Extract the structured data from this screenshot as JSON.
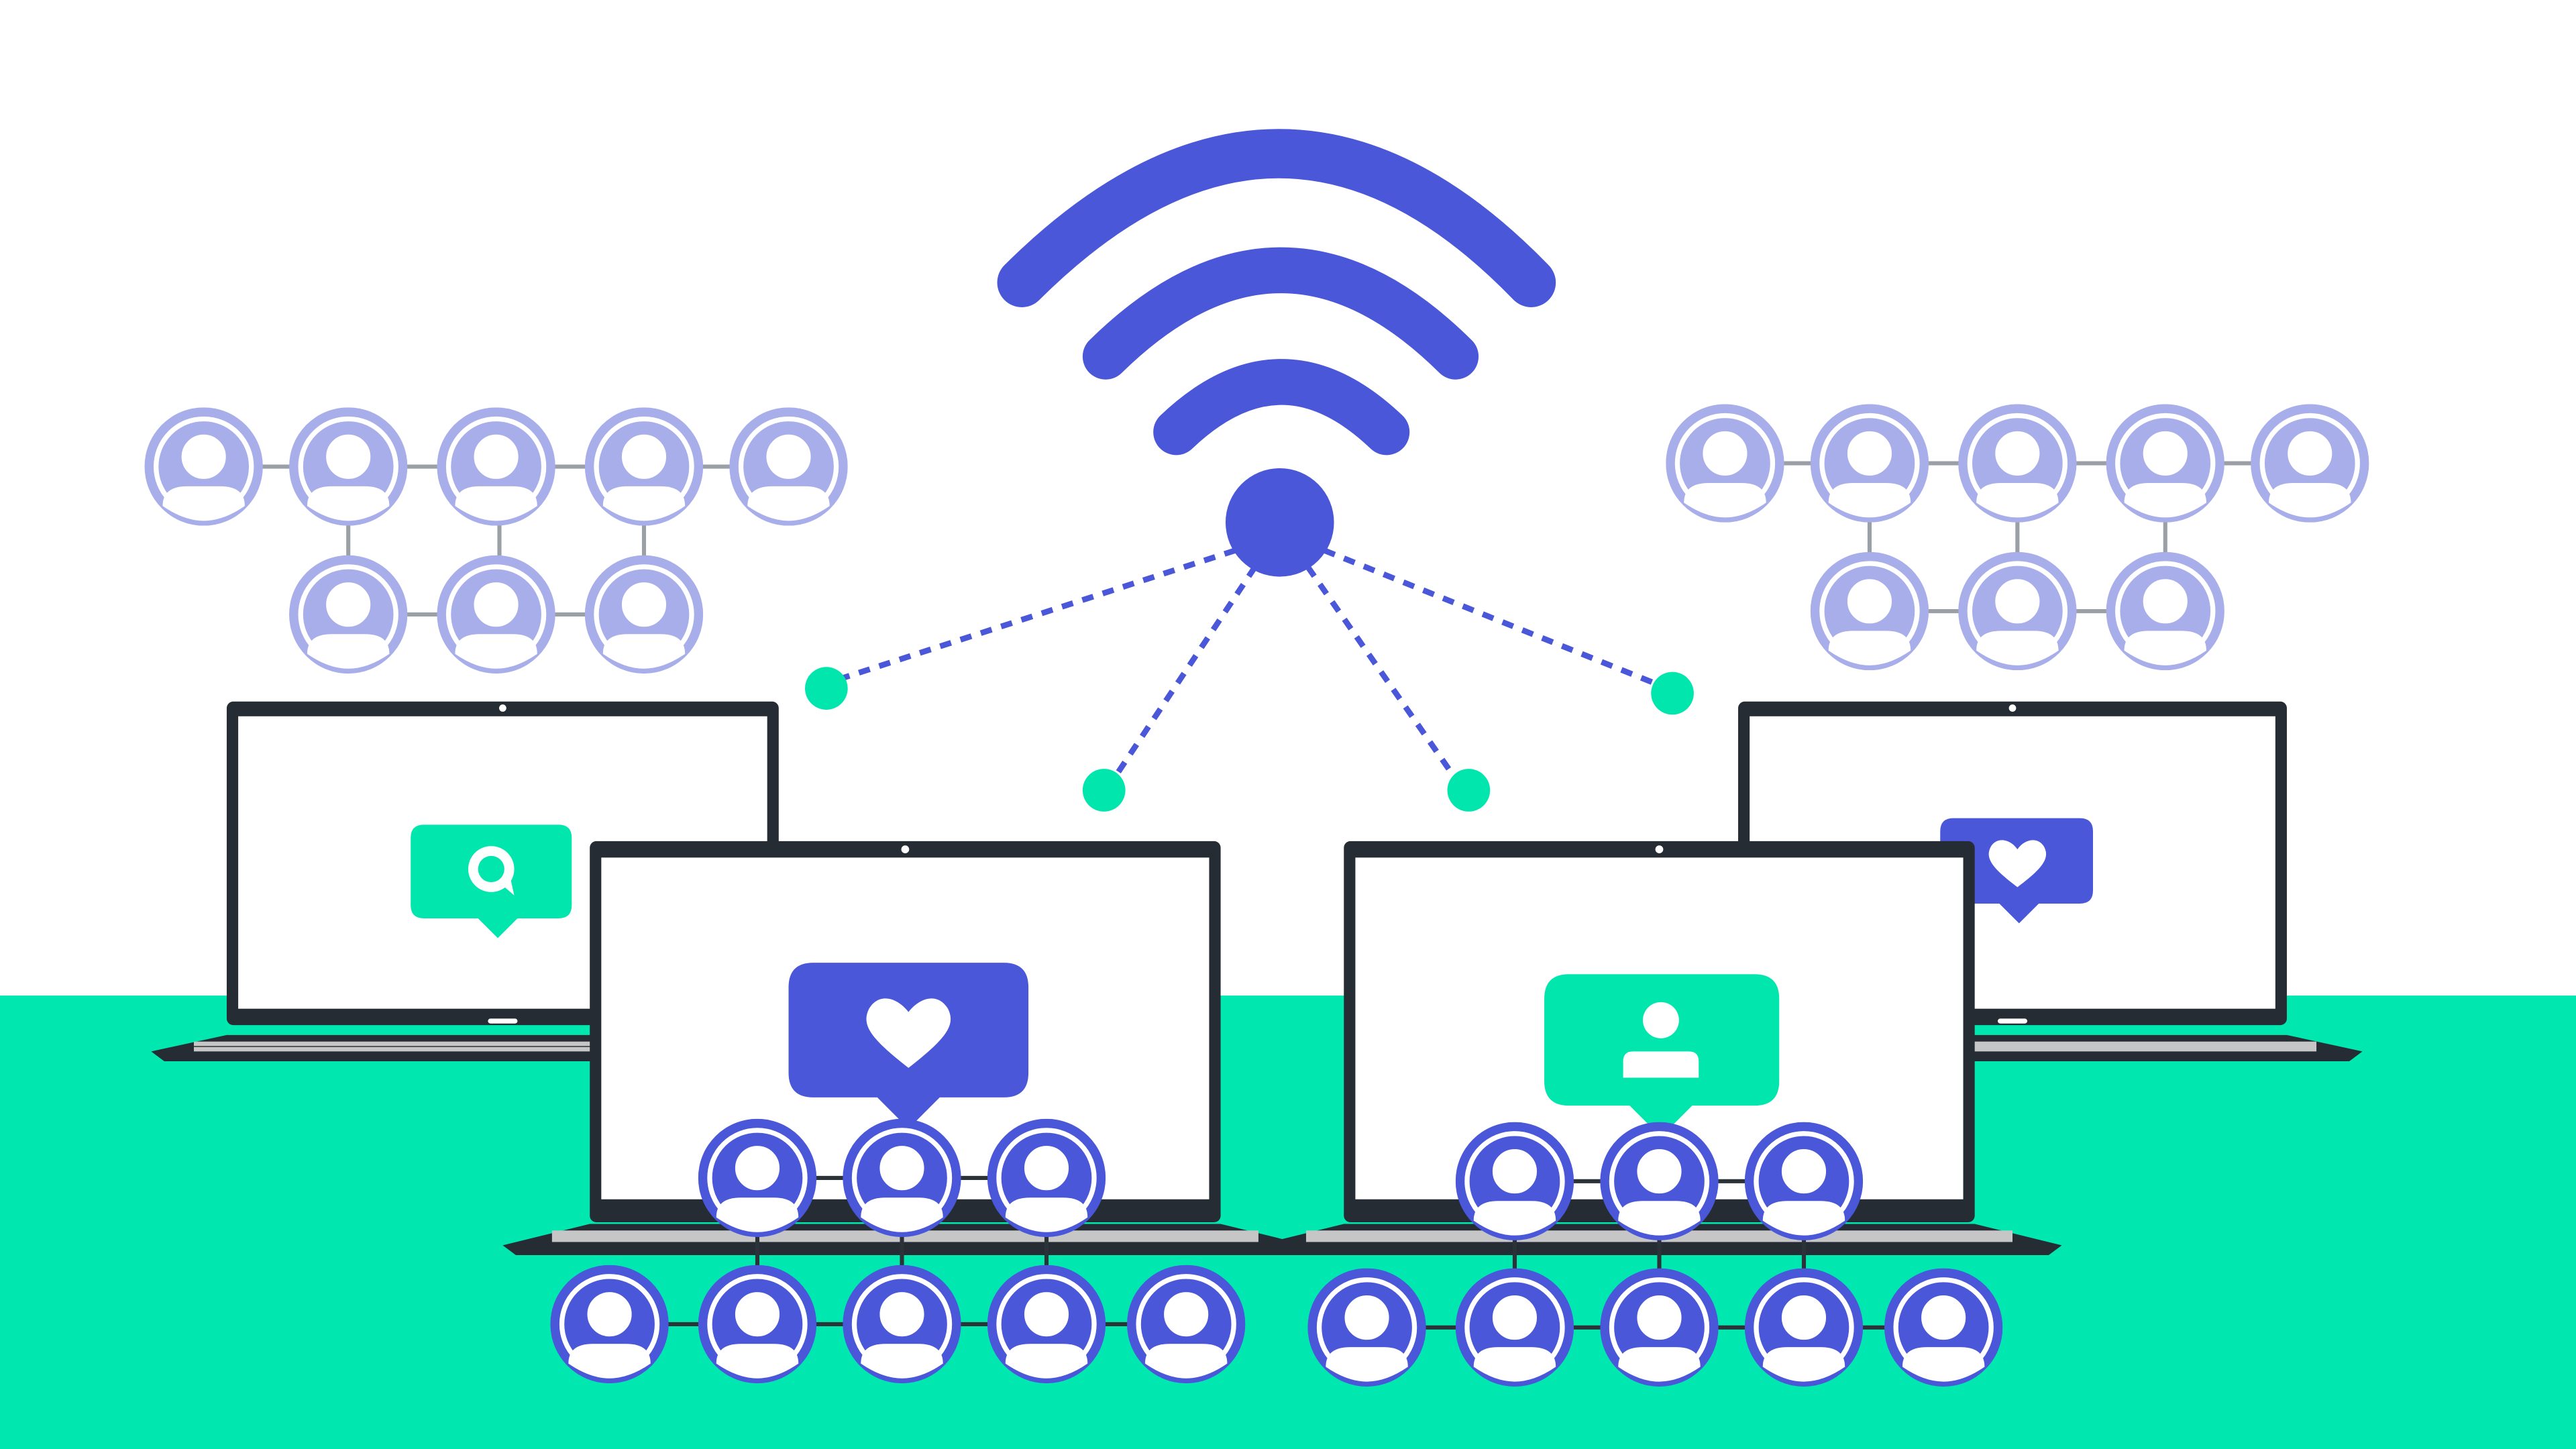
{
  "scene": {
    "colors": {
      "background": "#ffffff",
      "ground": "#00e8b0",
      "primary": "#4a57d9",
      "light": "#a8aeea",
      "accent": "#00e6ad",
      "laptop_frame": "#252c33",
      "screen": "#ffffff",
      "connector": "#9aa0a6",
      "connector_dark": "#2b3238"
    },
    "icons": {
      "hub": "wifi-icon",
      "user": "user-avatar-icon",
      "left_back_bubble": "chat-bubble-icon",
      "center_left_bubble": "heart-icon",
      "center_right_bubble": "user-profile-icon",
      "right_back_bubble": "heart-icon"
    },
    "network": {
      "top_left_users": 8,
      "top_right_users": 8,
      "bottom_left_users": 8,
      "bottom_right_users": 8,
      "wifi_links": 4
    }
  }
}
